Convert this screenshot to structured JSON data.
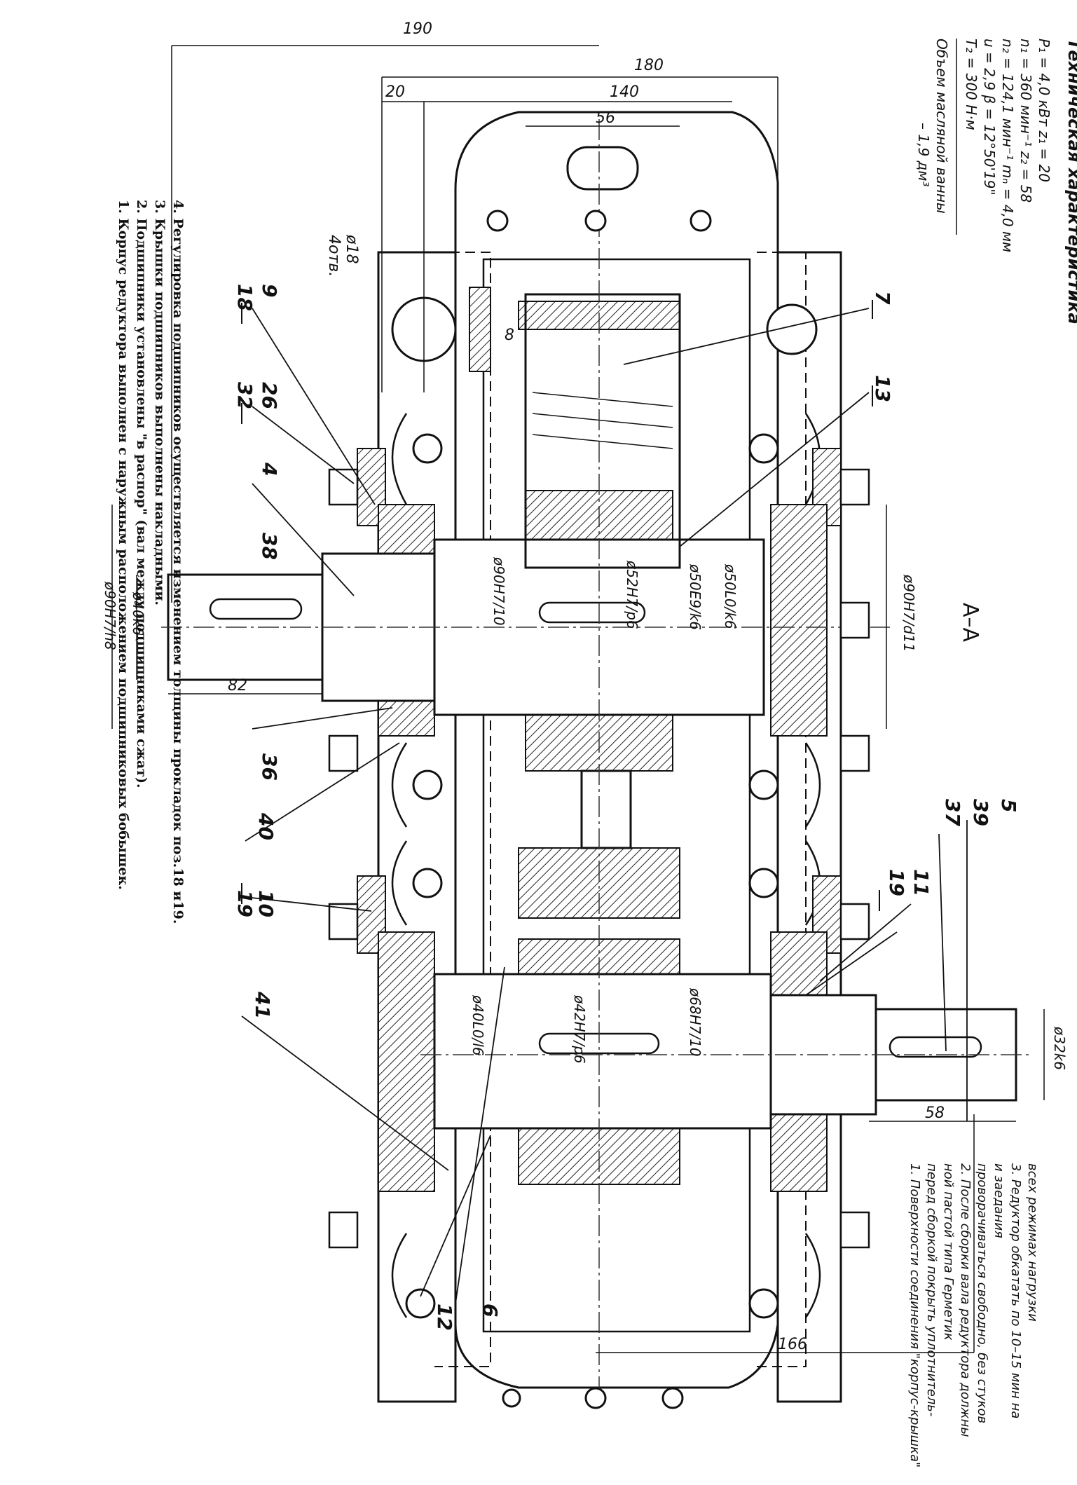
{
  "tech": {
    "title": "Техническая характеристика",
    "lines": [
      "P₁ = 4,0      кВт           z₁ = 20",
      "n₁ = 360      мин⁻¹         z₂ = 58",
      "n₂ = 124,1    мин⁻¹         mₙ = 4,0 мм",
      "u = 2,9                     β = 12°50'19\"",
      "T₂ = 300      Н·м"
    ],
    "oil": [
      "Объем масляной ванны",
      "– 1,9 дм³"
    ]
  },
  "section_label": "А–А",
  "dimensions": {
    "d190": "190",
    "d180": "180",
    "d20": "20",
    "d140": "140",
    "d56": "56",
    "d82": "82",
    "d58": "58",
    "d166": "166",
    "d8": "8",
    "hole": "ø18",
    "hole_count": "4отв."
  },
  "fits": {
    "f1": "ø90H7/h8",
    "f2": "ø40k6",
    "f3": "ø90H7/10",
    "f4": "ø52H7/p6",
    "f5": "ø50E9/k6",
    "f6": "ø50L0/k6",
    "f7": "ø90H7/d11",
    "f8": "ø68H7/10",
    "f9": "ø42H7/p6",
    "f10": "ø40L0/l6",
    "f11": "ø32k6"
  },
  "leaders": {
    "p7": "7",
    "p13": "13",
    "p9": "9",
    "p18": "18",
    "p26": "26",
    "p32": "32",
    "p4": "4",
    "p38": "38",
    "p36": "36",
    "p40": "40",
    "p10": "10",
    "p19a": "19",
    "p41": "41",
    "p5": "5",
    "p39": "39",
    "p37": "37",
    "p11": "11",
    "p19b": "19",
    "p6": "6",
    "p12": "12"
  },
  "notes_left": [
    "1. Корпус редуктора выполнен с наружным расположением подшипниковых бобышек.",
    "2. Подшипники установлены \"в распор\" (вал между подшипниками сжат).",
    "3. Крышки подшипников выполнены накладными.",
    "4. Регулировка подшипников осуществляется изменением толщины прокладок поз.18 и19."
  ],
  "notes_right": [
    "1. Поверхности соединения \"корпус-крышка\"",
    "перед сборкой покрыть уплотнитель-",
    "ной пастой типа Герметик",
    "2. После сборки вала редуктора должны",
    "проворачиваться свободно, без стуков",
    "и заедания",
    "3. Редуктор обкатать по 10–15 мин на",
    "всех режимах нагрузки"
  ]
}
